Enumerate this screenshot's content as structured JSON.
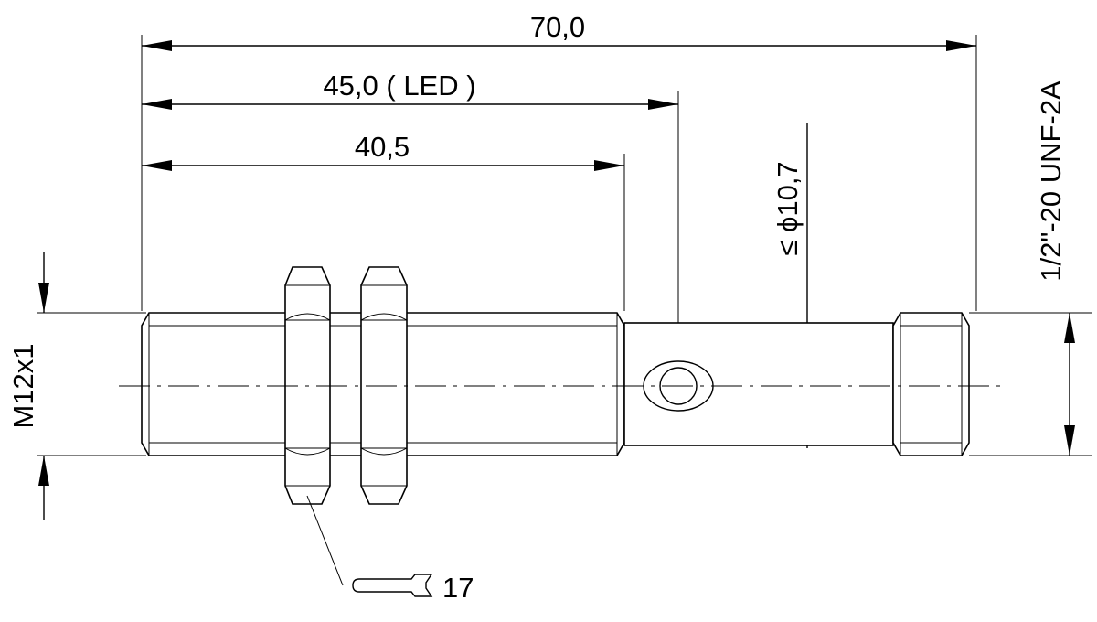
{
  "dimensions": {
    "overall_length": "70,0",
    "led_position": "45,0 ( LED )",
    "thread_length": "40,5",
    "thread_size": "M12x1",
    "diameter": "≤ ϕ10,7",
    "connector_thread": "1/2\"-20 UNF-2A",
    "wrench_size": "17"
  },
  "icons": {
    "wrench": "wrench-icon"
  }
}
